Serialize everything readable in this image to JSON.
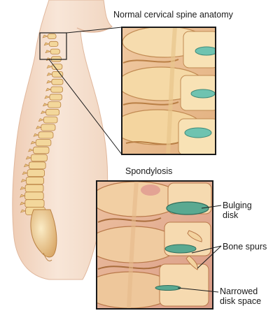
{
  "labels": {
    "normal_title": "Normal cervical spine anatomy",
    "spondylosis_title": "Spondylosis",
    "bulging_disk": "Bulging\ndisk",
    "bone_spurs": "Bone spurs",
    "narrowed_disk_space": "Narrowed\ndisk space"
  },
  "colors": {
    "skin": "#f7e3d3",
    "skin_shadow": "#ecc8ae",
    "bone": "#f3d79b",
    "bone_dark": "#c9924f",
    "disk_healthy": "#6fc3b0",
    "disk_damaged": "#5aa991",
    "inflamed": "#d8868a",
    "frame": "#1a1a1a"
  },
  "icons": [
    "spine-illustration",
    "zoom-box"
  ]
}
